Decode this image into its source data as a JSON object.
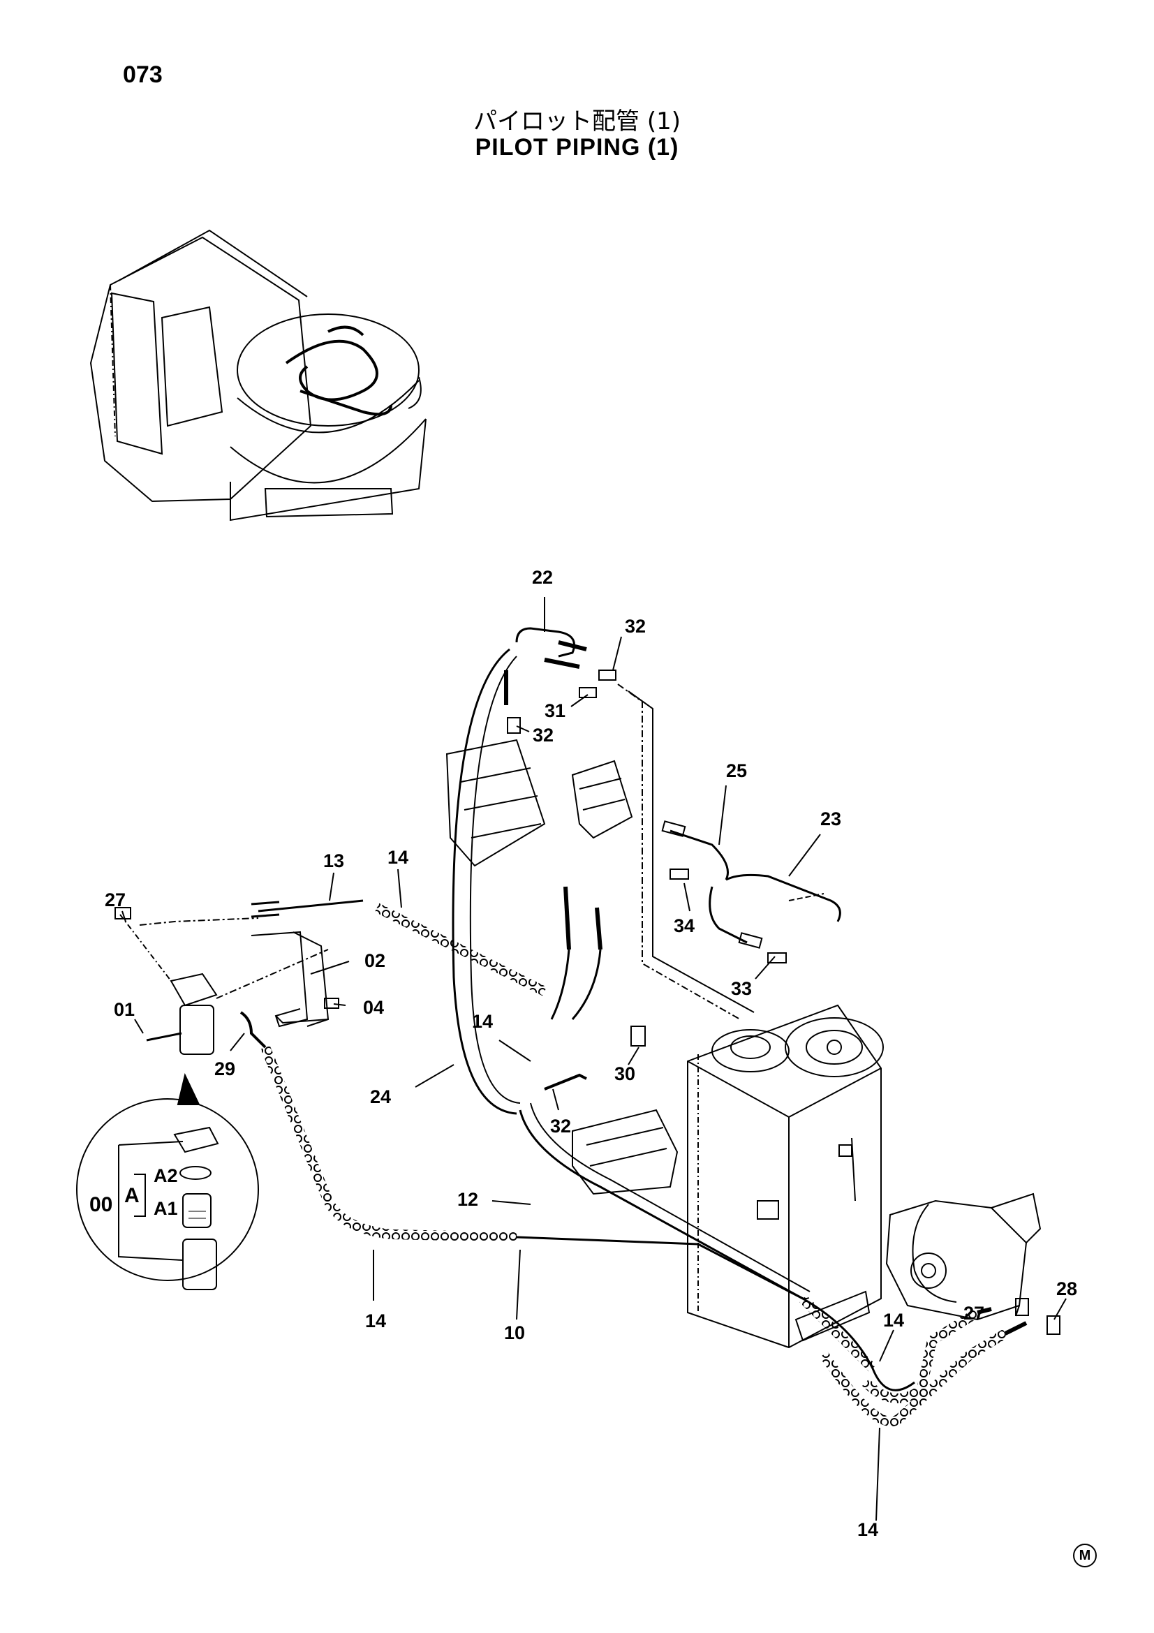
{
  "page_number": "073",
  "title_jp": "パイロット配管 (1)",
  "title_en": "PILOT PIPING (1)",
  "corner_mark": "M",
  "callouts": {
    "c22": "22",
    "c32a": "32",
    "c31": "31",
    "c32b": "32",
    "c25": "25",
    "c23": "23",
    "c13": "13",
    "c14a": "14",
    "c27a": "27",
    "c02": "02",
    "c34": "34",
    "c33": "33",
    "c01": "01",
    "c04": "04",
    "c14b": "14",
    "c29": "29",
    "c30": "30",
    "c24": "24",
    "c32c": "32",
    "c12": "12",
    "c00": "00",
    "c_a": "A",
    "c_a2": "A2",
    "c_a1": "A1",
    "c14c": "14",
    "c10": "10",
    "c27b": "27",
    "c28": "28",
    "c14d": "14",
    "c14e": "14"
  }
}
